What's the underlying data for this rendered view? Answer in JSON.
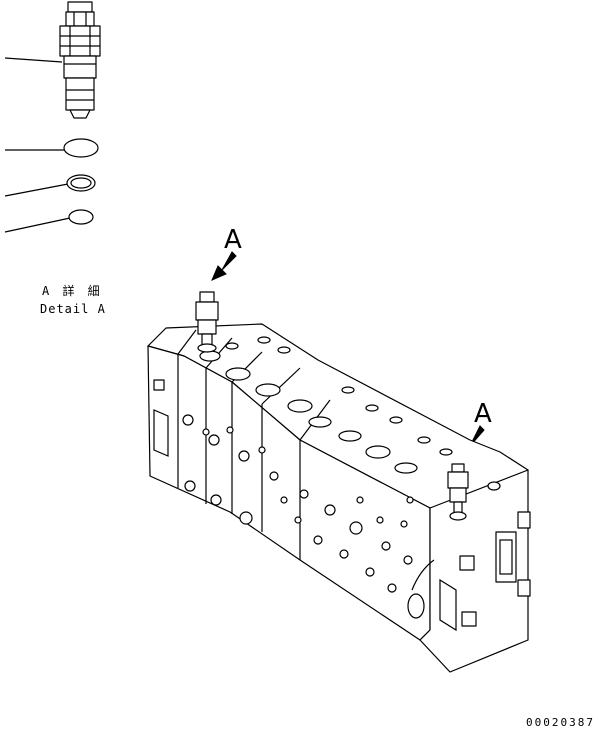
{
  "detail": {
    "jp": "A 詳 細",
    "en": "Detail A"
  },
  "callouts": {
    "left": "A",
    "right": "A"
  },
  "drawing_number": "00020387"
}
